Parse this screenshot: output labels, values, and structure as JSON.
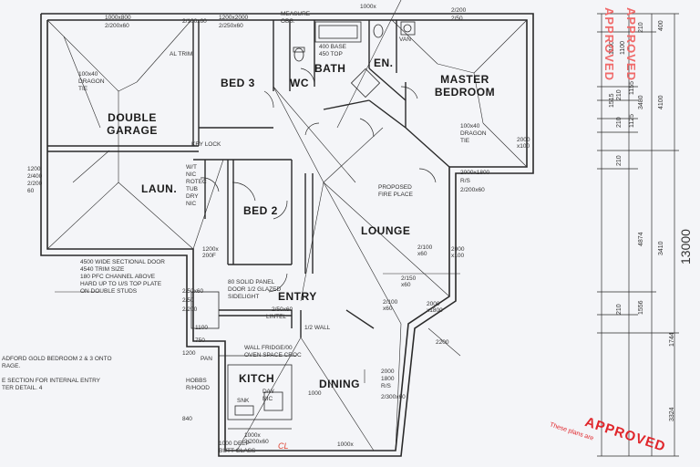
{
  "rooms": {
    "double_garage": "DOUBLE GARAGE",
    "bed3": "BED 3",
    "wc": "WC",
    "bath": "BATH",
    "ensuite": "EN.",
    "master": "MASTER BEDROOM",
    "laundry": "LAUN.",
    "bed2": "BED 2",
    "lounge": "LOUNGE",
    "entry": "ENTRY",
    "kitchen": "KITCH",
    "dining": "DINING"
  },
  "notes": {
    "garage_tie": "100x40\nDRAGON\nTIE",
    "master_tie": "100x40\nDRAGON\nTIE",
    "key_lock": "KEY LOCK",
    "al_trim": "AL TRIM",
    "laundry_equipment": "W/T\nNIC\nROTEC\nTUB\nDRY\nNIC",
    "door_spec": "4500 WIDE SECTIONAL DOOR\n4540 TRIM SIZE\n180 PFC CHANNEL ABOVE\nHARD UP TO U/S TOP PLATE\nON DOUBLE STUDS",
    "plaster_note": "ADFORD GOLD BEDROOM 2 & 3 ONTO\nRAGE.",
    "section_note": "E SECTION FOR INTERNAL ENTRY\nTER DETAIL. 4",
    "fireplace": "PROPOSED\nFIRE PLACE",
    "solid_panel": "80 SOLID PANEL\nDOOR 1/2 GLAZED\nSIDELIGHT",
    "lintel": "LINTEL",
    "fridge": "WALL FRIDGE/00\nOVEN SPACE CROC",
    "half_wall": "1/2 WALL",
    "pan": "PAN",
    "hobbs": "HOBBS\nR/HOOD",
    "sink": "SNK",
    "dw": "D/W\nNIC",
    "bench": "1000 DEEP\nBUTT GLASS",
    "bath_base": "400 BASE\n450 TOP",
    "van": "VAN",
    "measure": "MEASURE\nOBS."
  },
  "dimensions": {
    "d1": "1000x800",
    "d2": "2/200x60",
    "d3": "2/100x60",
    "d4": "1200x2000",
    "d5": "2/250x60",
    "d6": "1000x",
    "d7": "2/200",
    "d8": "2/50",
    "d9": "2000\nx100",
    "d10": "2000x1800",
    "d11": "R/S",
    "d12": "2/200x60",
    "d13": "1200\n2/400\n2/200\n60",
    "d14": "2/100\nx60",
    "d15": "2000\nx100",
    "d16": "2/50x60",
    "d17": "2/100\nx60",
    "d18": "2000\nx1800",
    "d19": "2200",
    "d20": "2/150\nx60",
    "d21": "1200x\n200F",
    "d22": "2/50x60",
    "d23": "2000\n1800\nR/S",
    "d24": "2/300x60",
    "d25": "1000x\n2/200x60",
    "d26": "1000x",
    "d27": "1100",
    "d28": "750",
    "d29": "2/50",
    "d30": "2/200",
    "d31": "1000",
    "d32": "1200",
    "d33": "840",
    "d34": "1/2 WALL"
  },
  "side_dims": {
    "overall": "13000",
    "s1": "4100",
    "s2": "3480",
    "s3": "1515",
    "s4": "1100",
    "s5": "1155",
    "s6": "1125",
    "s7": "1100",
    "s8": "3410",
    "s9": "4874",
    "s10": "1744",
    "s11": "1556",
    "s12": "3324",
    "s13": "210",
    "s14": "210",
    "s15": "210",
    "s16": "210",
    "s17": "210",
    "s18": "400"
  },
  "stamp": {
    "main": "APPROVED",
    "sub": "These plans are",
    "vertical1": "APPROVED",
    "vertical2": "APPROVED",
    "initials": "CL"
  },
  "colors": {
    "line": "#2a2a2a",
    "paper": "#f4f5f8",
    "stamp": "#e0262b"
  }
}
